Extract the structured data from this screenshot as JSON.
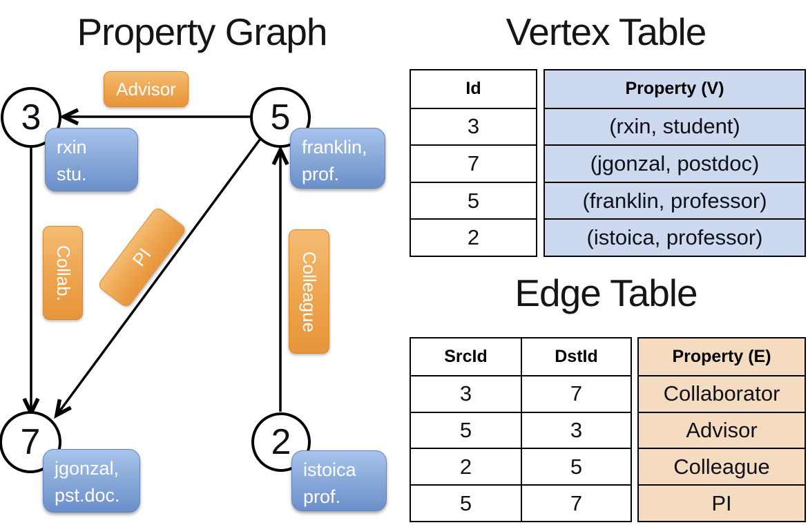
{
  "titles": {
    "graph": "Property Graph",
    "vertex": "Vertex Table",
    "edge": "Edge Table"
  },
  "graph": {
    "nodes": [
      {
        "id": "3",
        "line1": "rxin",
        "line2": "stu."
      },
      {
        "id": "5",
        "line1": "franklin,",
        "line2": "prof."
      },
      {
        "id": "7",
        "line1": "jgonzal,",
        "line2": "pst.doc."
      },
      {
        "id": "2",
        "line1": "istoica",
        "line2": "prof."
      }
    ],
    "edge_labels": [
      {
        "label": "Advisor"
      },
      {
        "label": "Collab."
      },
      {
        "label": "PI"
      },
      {
        "label": "Colleague"
      }
    ]
  },
  "vertex_table": {
    "headers": {
      "id": "Id",
      "property": "Property (V)"
    },
    "rows": [
      {
        "id": "3",
        "property": "(rxin, student)"
      },
      {
        "id": "7",
        "property": "(jgonzal, postdoc)"
      },
      {
        "id": "5",
        "property": "(franklin, professor)"
      },
      {
        "id": "2",
        "property": "(istoica, professor)"
      }
    ]
  },
  "edge_table": {
    "headers": {
      "src": "SrcId",
      "dst": "DstId",
      "property": "Property (E)"
    },
    "rows": [
      {
        "src": "3",
        "dst": "7",
        "property": "Collaborator"
      },
      {
        "src": "5",
        "dst": "3",
        "property": "Advisor"
      },
      {
        "src": "2",
        "dst": "5",
        "property": "Colleague"
      },
      {
        "src": "5",
        "dst": "7",
        "property": "PI"
      }
    ]
  },
  "colors": {
    "edge_label_orange": "#eda44e",
    "vertex_box_blue": "#7b9dd6",
    "vertex_table_fill": "#ccd9ef",
    "edge_table_fill": "#f5dcc1",
    "line_black": "#000000"
  }
}
